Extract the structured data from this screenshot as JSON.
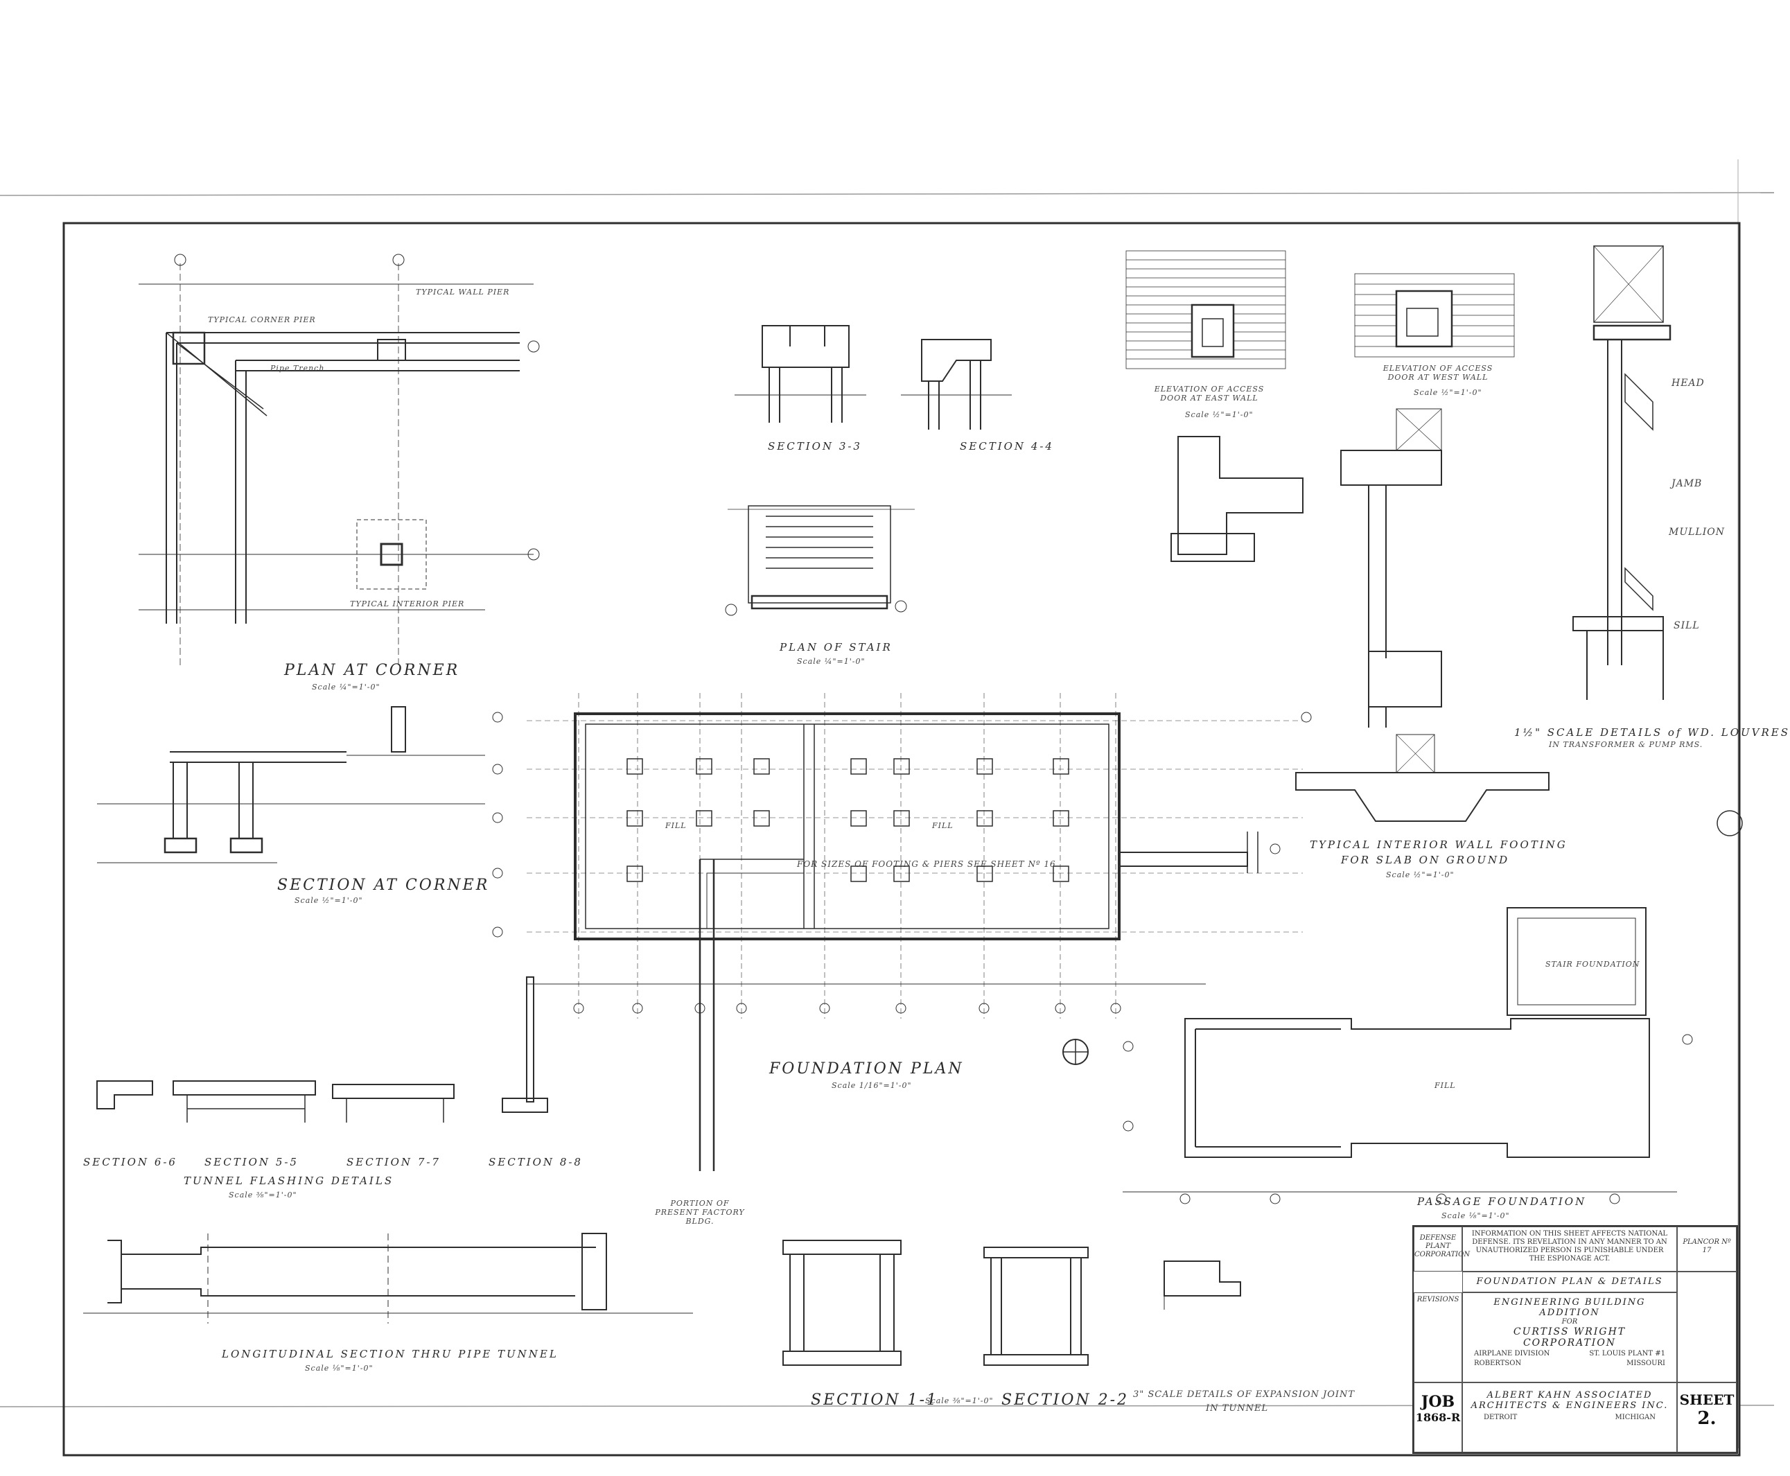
{
  "colors": {
    "ink": "#2a2a2a",
    "paper": "#ffffff",
    "line": "#333333"
  },
  "plan_corner": {
    "title": "PLAN AT CORNER",
    "scale": "Scale ¼\"=1'-0\"",
    "labels": [
      "TYPICAL CORNER PIER",
      "TYPICAL WALL PIER",
      "Pipe Trench",
      "TYPICAL INTERIOR PIER"
    ]
  },
  "sections_top": {
    "s3": "SECTION 3-3",
    "s4": "SECTION 4-4"
  },
  "stair": {
    "title": "PLAN OF STAIR",
    "scale": "Scale ¼\"=1'-0\""
  },
  "elev_east": {
    "title": "ELEVATION OF ACCESS DOOR AT EAST WALL",
    "scale": "Scale ½\"=1'-0\""
  },
  "elev_west": {
    "title": "ELEVATION OF ACCESS DOOR AT WEST WALL",
    "scale": "Scale ½\"=1'-0\""
  },
  "louvres": {
    "title": "1½\" SCALE DETAILS of WD. LOUVRES",
    "subtitle": "IN TRANSFORMER & PUMP RMS.",
    "labels": [
      "HEAD",
      "JAMB",
      "MULLION",
      "SILL"
    ]
  },
  "section_corner": {
    "title": "SECTION AT CORNER",
    "scale": "Scale ½\"=1'-0\""
  },
  "foundation": {
    "title": "FOUNDATION PLAN",
    "scale": "Scale 1/16\"=1'-0\"",
    "note": "FOR SIZES OF FOOTING & PIERS SEE SHEET Nº 16",
    "fill": "FILL",
    "existing": "PORTION OF PRESENT FACTORY BLDG."
  },
  "wall_footing": {
    "title": "TYPICAL INTERIOR WALL FOOTING",
    "subtitle": "FOR SLAB ON GROUND",
    "scale": "Scale ½\"=1'-0\""
  },
  "passage": {
    "title": "PASSAGE FOUNDATION",
    "scale": "Scale ⅛\"=1'-0\"",
    "label": "STAIR FOUNDATION",
    "fill": "FILL"
  },
  "tunnel_flashing": {
    "sections": [
      "SECTION 6-6",
      "SECTION 5-5",
      "SECTION 7-7",
      "SECTION 8-8"
    ],
    "title": "TUNNEL FLASHING DETAILS",
    "scale": "Scale ⅜\"=1'-0\""
  },
  "longitudinal": {
    "title": "LONGITUDINAL SECTION THRU PIPE TUNNEL",
    "scale": "Scale ⅛\"=1'-0\""
  },
  "tunnel_sections": {
    "s1": "SECTION 1-1",
    "s2": "SECTION 2-2",
    "scale": "Scale ⅜\"=1'-0\""
  },
  "expansion": {
    "title": "3\" SCALE DETAILS OF EXPANSION JOINT",
    "subtitle": "IN TUNNEL"
  },
  "title_block": {
    "owner": "DEFENSE PLANT CORPORATION",
    "warning": "INFORMATION ON THIS SHEET AFFECTS NATIONAL DEFENSE. ITS REVELATION IN ANY MANNER TO AN UNAUTHORIZED PERSON IS PUNISHABLE UNDER THE ESPIONAGE ACT.",
    "plancor": "PLANCOR Nº 17",
    "sheet_title": "FOUNDATION PLAN & DETAILS",
    "revisions": "REVISIONS",
    "project": "ENGINEERING BUILDING ADDITION",
    "for": "FOR",
    "client": "CURTISS WRIGHT CORPORATION",
    "division": "AIRPLANE DIVISION",
    "location": "ST. LOUIS PLANT #1",
    "city": "ROBERTSON",
    "state": "MISSOURI",
    "architect": "ALBERT KAHN ASSOCIATED ARCHITECTS & ENGINEERS INC.",
    "arch_city": "DETROIT",
    "arch_state": "MICHIGAN",
    "job_label": "JOB",
    "job_no": "1868-R",
    "sheet_label": "SHEET",
    "sheet_no": "2."
  }
}
